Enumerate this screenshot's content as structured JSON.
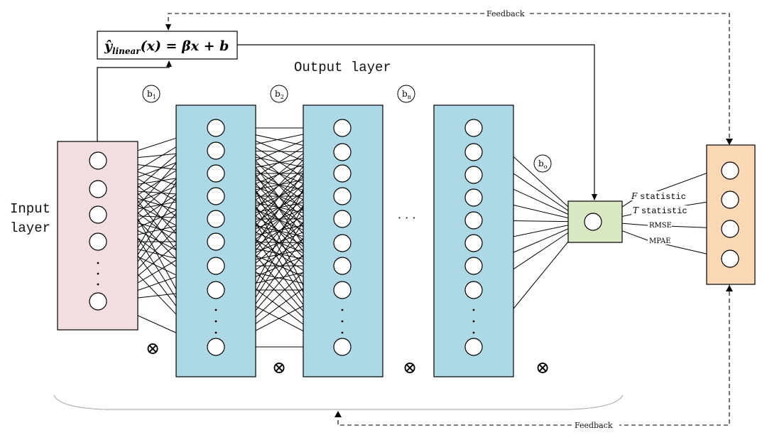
{
  "formula": {
    "hat_y": "ŷ",
    "subscript": "linear",
    "rhs": "(x) = βx + b"
  },
  "labels": {
    "output_layer": "Output layer",
    "input_layer_line1": "Input",
    "input_layer_line2": "layer",
    "feedback_top": "Feedback",
    "feedback_bottom": "Feedback",
    "ellipsis_h": "· · ·"
  },
  "biases": [
    {
      "base": "b",
      "sub": "1"
    },
    {
      "base": "b",
      "sub": "2"
    },
    {
      "base": "b",
      "sub": "n"
    },
    {
      "base": "b",
      "sub": "o"
    }
  ],
  "metrics": [
    {
      "italic": "F",
      "text": "statistic"
    },
    {
      "italic": "T",
      "text": "statistic"
    },
    {
      "italic": "",
      "text": "RMSE"
    },
    {
      "italic": "",
      "text": "MPAE"
    }
  ],
  "multiply_symbol": "⊗",
  "colors": {
    "input_box": "#f2dede",
    "hidden_box": "#add8e6",
    "output_node_box": "#d9e7c3",
    "metrics_box": "#fad7b5",
    "line": "#000000",
    "brace": "#b0b0b0"
  }
}
